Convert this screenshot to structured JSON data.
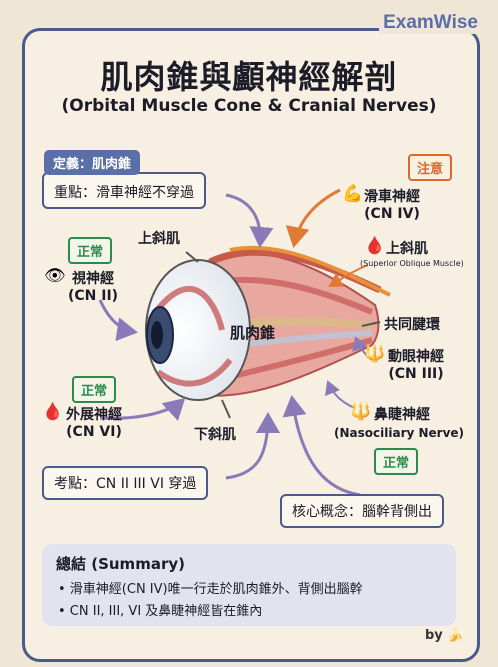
{
  "brand": "ExamWise",
  "title": "肌肉錐與顱神經解剖",
  "subtitle": "(Orbital Muscle Cone & Cranial Nerves)",
  "definition": {
    "head": "定義：肌肉錐",
    "body": "重點：滑車神經不穿過"
  },
  "tags": {
    "attention": "注意",
    "normal": "正常"
  },
  "labels": {
    "trochlear_nerve": "滑車神經",
    "trochlear_cn": "(CN IV)",
    "superior_oblique_top": "上斜肌",
    "superior_oblique": "上斜肌",
    "superior_oblique_en": "(Superior Oblique Muscle)",
    "optic_nerve": "視神經",
    "optic_cn": "(CN II)",
    "muscle_cone": "肌肉錐",
    "common_tendon": "共同腱環",
    "oculomotor_nerve": "動眼神經",
    "oculomotor_cn": "(CN III)",
    "abducens_nerve": "外展神經",
    "abducens_cn": "(CN VI)",
    "inferior_oblique": "下斜肌",
    "nasociliary_nerve": "鼻睫神經",
    "nasociliary_en": "(Nasociliary Nerve)"
  },
  "exam_point": "考點：CN II III VI 穿過",
  "core_concept": "核心概念：腦幹背側出",
  "summary": {
    "title": "總結 (Summary)",
    "items": [
      "• 滑車神經(CN IV)唯一行走於肌肉錐外、背側出腦幹",
      "• CN II, III, VI 及鼻睫神經皆在錐內"
    ]
  },
  "byline": "by",
  "colors": {
    "frame": "#4a5a8a",
    "normal_tag": "#2c8a4a",
    "attention_tag": "#d86a2a",
    "arrow": "#8a7ab8"
  }
}
